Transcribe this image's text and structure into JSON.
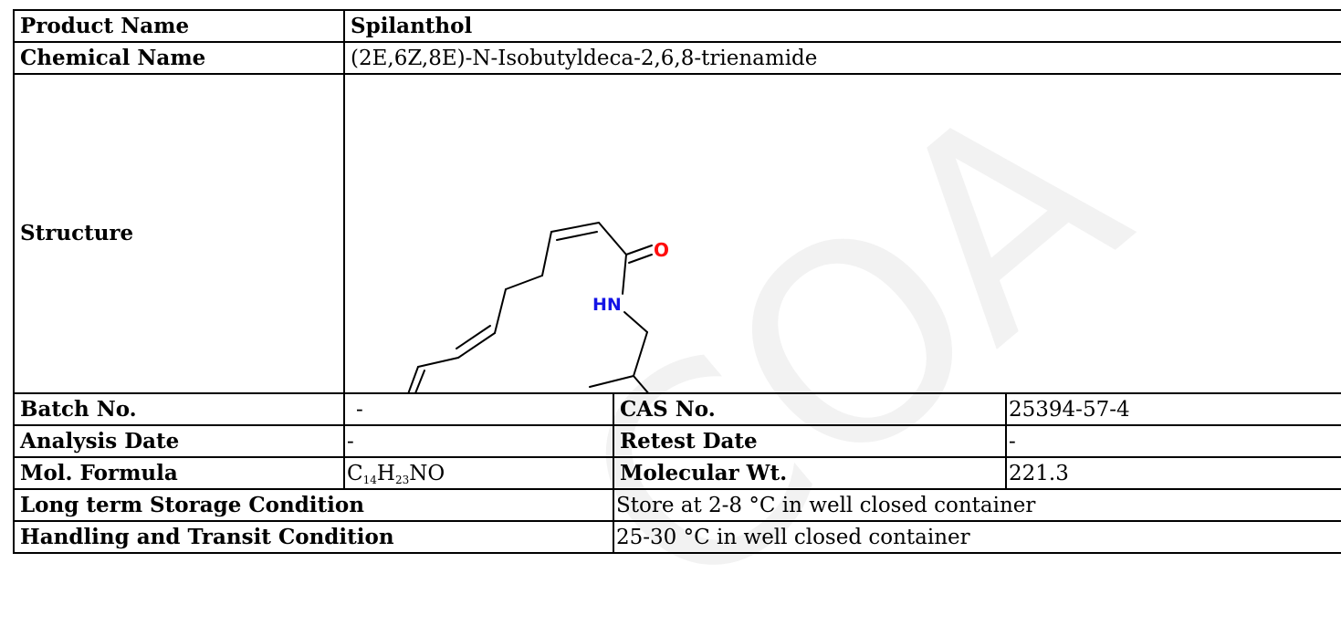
{
  "product": {
    "label": "Product Name",
    "value": "Spilanthol"
  },
  "chemical_name": {
    "label": "Chemical Name",
    "value": "(2E,6Z,8E)-N-Isobutyldeca-2,6,8-trienamide"
  },
  "structure": {
    "label": "Structure",
    "atom_oxygen": "O",
    "atom_amine": "HN",
    "colors": {
      "oxygen": "#ff0d0d",
      "nitrogen": "#1414e6",
      "bond": "#000000"
    }
  },
  "batch": {
    "label": "Batch No.",
    "value": "-"
  },
  "cas": {
    "label": "CAS No.",
    "value": "25394-57-4"
  },
  "analysis_date": {
    "label": "Analysis Date",
    "value": "-"
  },
  "retest_date": {
    "label": "Retest Date",
    "value": "-"
  },
  "formula": {
    "label": "Mol. Formula",
    "c": "C",
    "c_sub": "14",
    "h": "H",
    "h_sub": "23",
    "rest": "NO"
  },
  "mol_wt": {
    "label": "Molecular Wt.",
    "value": "221.3"
  },
  "storage": {
    "label": "Long term Storage Condition",
    "value": "Store at 2-8 °C in well closed container"
  },
  "handling": {
    "label": "Handling and Transit Condition",
    "value": "25-30 °C in well closed container"
  },
  "watermark": {
    "text": "COA",
    "color": "#f2f2f2"
  }
}
